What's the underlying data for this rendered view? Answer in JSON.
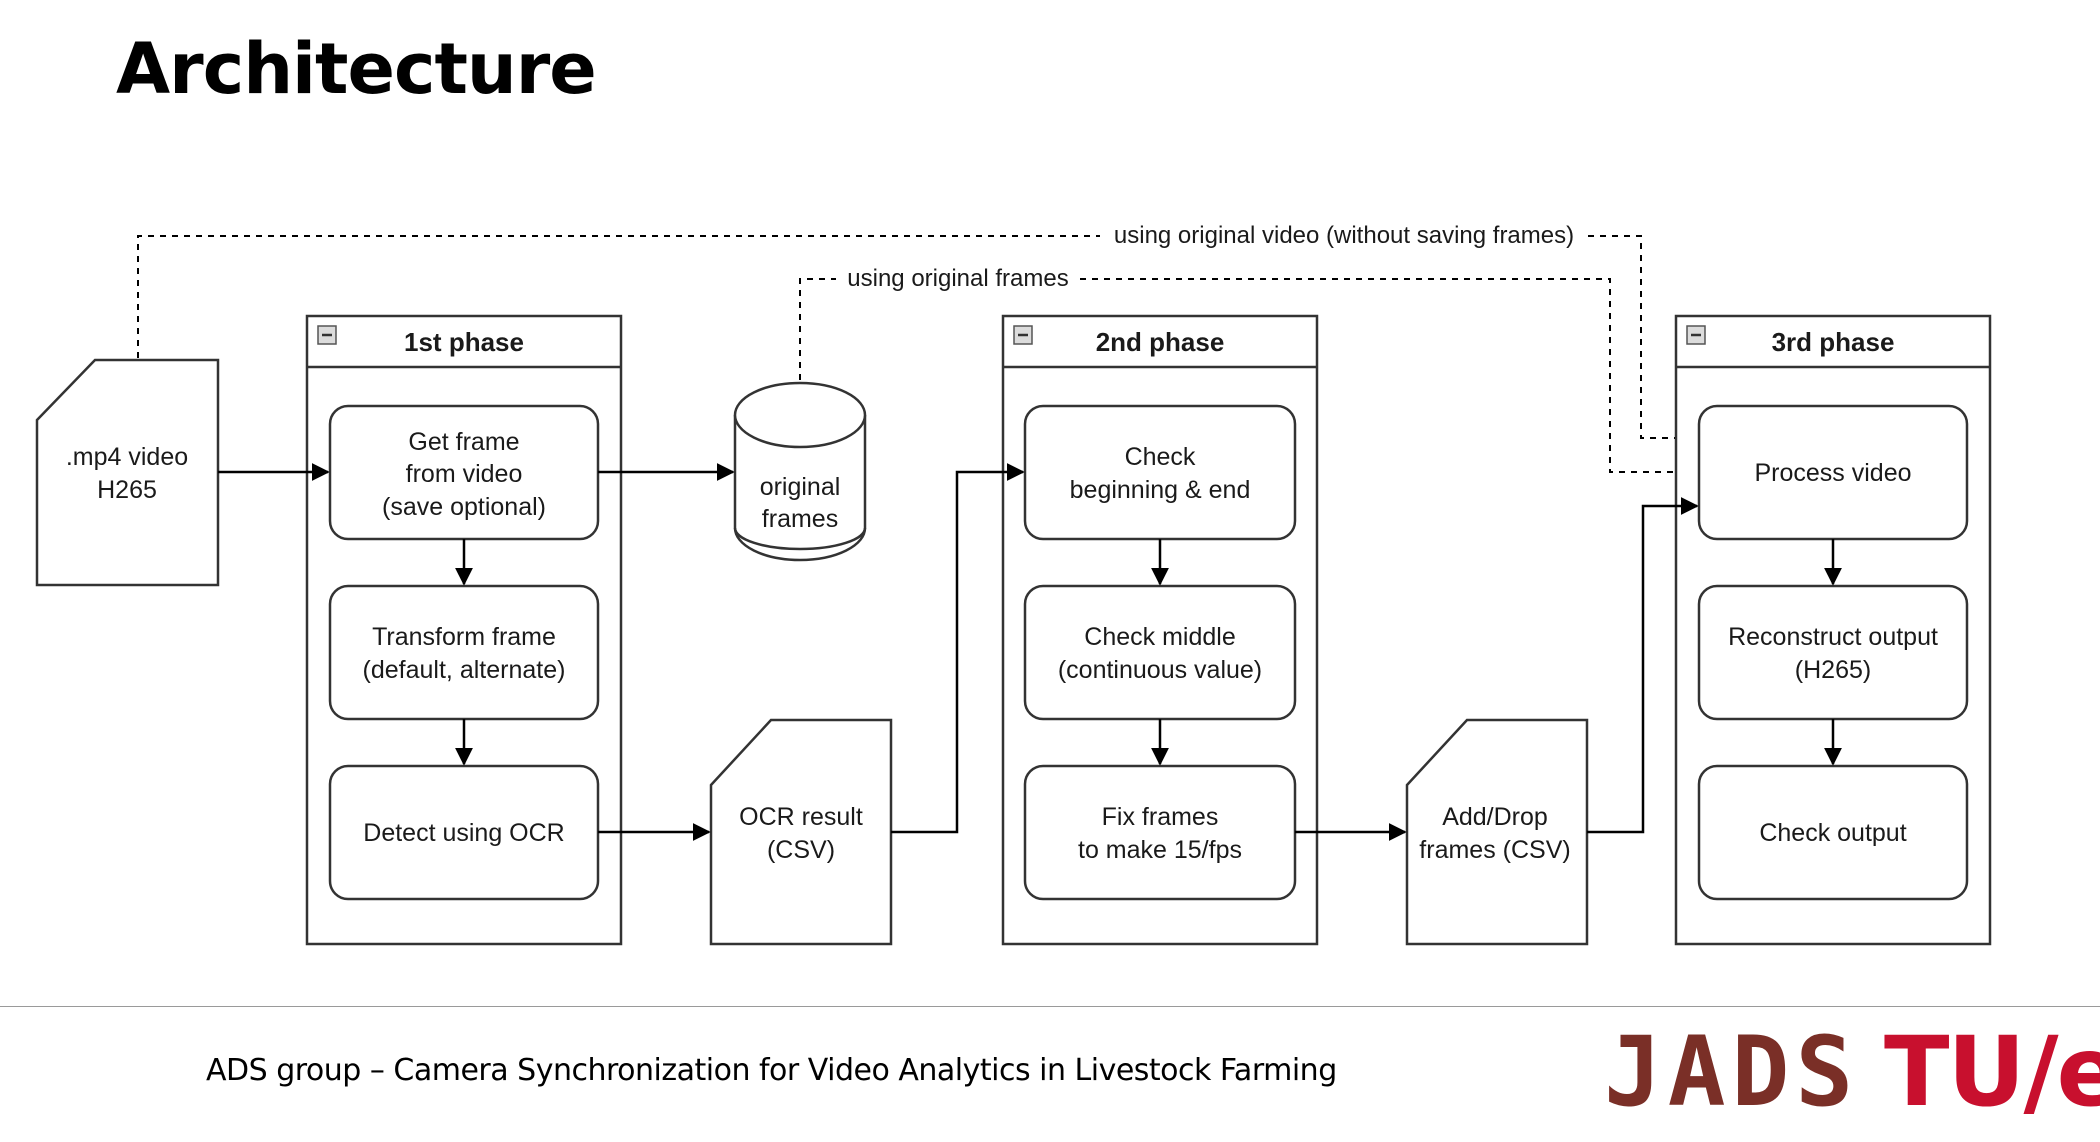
{
  "slide": {
    "title": "Architecture"
  },
  "diagram": {
    "input_file": {
      "line1": ".mp4 video",
      "line2": "H265"
    },
    "phases": [
      {
        "title": "1st phase",
        "collapse_icon": "minus-square-icon",
        "steps": [
          {
            "lines": [
              "Get frame",
              "from video",
              "(save optional)"
            ]
          },
          {
            "lines": [
              "Transform frame",
              "(default, alternate)"
            ]
          },
          {
            "lines": [
              "Detect using OCR"
            ]
          }
        ]
      },
      {
        "title": "2nd phase",
        "collapse_icon": "minus-square-icon",
        "steps": [
          {
            "lines": [
              "Check",
              "beginning & end"
            ]
          },
          {
            "lines": [
              "Check middle",
              "(continuous value)"
            ]
          },
          {
            "lines": [
              "Fix frames",
              "to make 15/fps"
            ]
          }
        ]
      },
      {
        "title": "3rd phase",
        "collapse_icon": "minus-square-icon",
        "steps": [
          {
            "lines": [
              "Process video"
            ]
          },
          {
            "lines": [
              "Reconstruct output",
              "(H265)"
            ]
          },
          {
            "lines": [
              "Check output"
            ]
          }
        ]
      }
    ],
    "storage": {
      "line1": "original",
      "line2": "frames"
    },
    "ocr_file": {
      "line1": "OCR result",
      "line2": "(CSV)"
    },
    "adddrop_file": {
      "line1": "Add/Drop",
      "line2": "frames (CSV)"
    },
    "edge_labels": {
      "original_video": "using original video (without saving frames)",
      "original_frames": "using original frames"
    }
  },
  "footer": {
    "text": "ADS group – Camera Synchronization for Video Analytics in Livestock Farming",
    "logo_left": "JADS",
    "logo_right": "TU/e",
    "colors": {
      "logo_left": "#7a2f27",
      "logo_right": "#c8102e"
    }
  }
}
